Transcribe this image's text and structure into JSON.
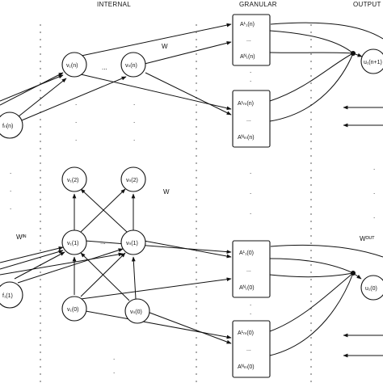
{
  "headers": {
    "internal": "INTERNAL",
    "granular": "GRANULAR",
    "output": "OUTPUT"
  },
  "top": {
    "input_node": "fₙ(n)",
    "v1": "v₁(n)",
    "vN": "vₙ(n)",
    "box_upper": [
      "A¹₁(n)",
      "...",
      "Aᴺ₁(n)"
    ],
    "box_lower": [
      "A¹ₘ(n)",
      "...",
      "Aᴺₘ(n)"
    ],
    "output_node": "u₁(n+1)",
    "w_label": "W",
    "ellipsis": "..."
  },
  "middle": {
    "v1_2": "v₁(2)",
    "vN_2": "vₙ(2)",
    "w_label": "W"
  },
  "bottom": {
    "input_node": "f₁(1)",
    "v1_1": "v₁(1)",
    "vN_1": "vₙ(1)",
    "v1_0": "v₁(0)",
    "vN_0": "vₙ(0)",
    "box_upper": [
      "A¹₁(0)",
      "...",
      "Aᴺ₁(0)"
    ],
    "box_lower": [
      "A¹ₘ(0)",
      "...",
      "Aᴺₘ(0)"
    ],
    "output_node": "u₁(0)",
    "w_in_label": "Wᴵᴺ",
    "w_out_label": "Wᴼᵁᵀ",
    "ellipsis": "..."
  },
  "vertical_dots": "."
}
